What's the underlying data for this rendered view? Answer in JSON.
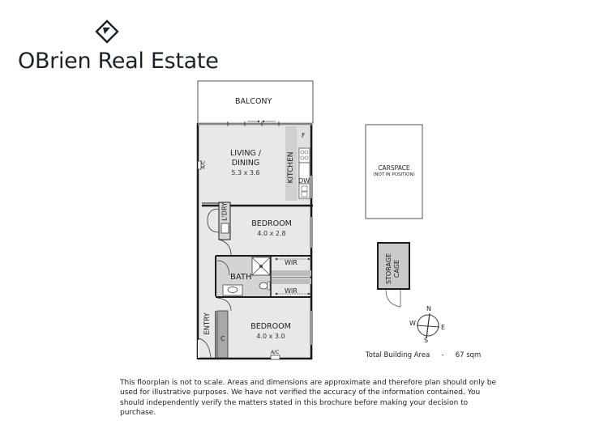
{
  "brand": {
    "name": "OBrien Real Estate",
    "logo_icon": "diamond-flag-icon"
  },
  "floorplan": {
    "rooms": [
      {
        "id": "balcony",
        "label": "BALCONY"
      },
      {
        "id": "living",
        "label": "LIVING /",
        "label2": "DINING",
        "dims": "5.3 x 3.6"
      },
      {
        "id": "kitchen",
        "label": "KITCHEN"
      },
      {
        "id": "bedroom1",
        "label": "BEDROOM",
        "dims": "4.0 x 2.8"
      },
      {
        "id": "laundry",
        "label": "L'DRY"
      },
      {
        "id": "bath",
        "label": "BATH"
      },
      {
        "id": "wir1",
        "label": "WIR"
      },
      {
        "id": "wir2",
        "label": "WIR"
      },
      {
        "id": "bedroom2",
        "label": "BEDROOM",
        "dims": "4.0 x 3.0"
      },
      {
        "id": "entry",
        "label": "ENTRY"
      },
      {
        "id": "cupboard",
        "label": "C"
      }
    ],
    "fixtures": {
      "fridge": "F",
      "dishwasher": "DW",
      "ac_living": "A/C",
      "ac_bedroom": "A/C"
    },
    "carspace": {
      "label": "CARSPACE",
      "note": "(NOT IN POSITION)"
    },
    "storage": {
      "label": "STORAGE",
      "label2": "CAGE"
    },
    "compass": {
      "n": "N",
      "e": "E",
      "s": "S",
      "w": "W"
    },
    "total_area": {
      "label": "Total Building Area",
      "sep": "-",
      "value": "67 sqm"
    }
  },
  "disclaimer": "This floorplan is not to scale. Areas and dimensions are approximate and therefore plan should only be used for illustrative purposes. We have not verified the accuracy of the information contained. You should independently verify the matters stated in this brochure before making your decision to purchase.",
  "colors": {
    "wall": "#1a1a1a",
    "floor": "#e8e8e8",
    "kitchen_bench": "#d0d0d0",
    "storage_fill": "#c9c9c9",
    "window": "#9a9a9a"
  }
}
